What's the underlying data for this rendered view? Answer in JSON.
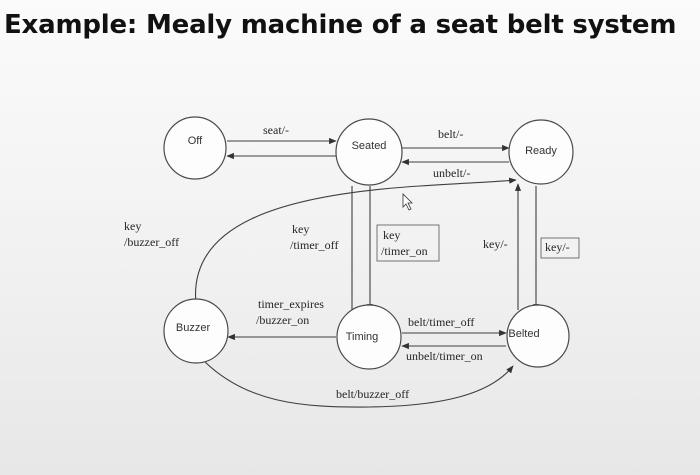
{
  "title": "Example: Mealy machine of a seat belt system",
  "states": {
    "off": "Off",
    "seated": "Seated",
    "ready": "Ready",
    "buzzer": "Buzzer",
    "timing": "Timing",
    "belted": "Belted"
  },
  "transitions": {
    "off_to_seated": "seat/-",
    "seated_to_ready": "belt/-",
    "ready_to_seated": "unbelt/-",
    "buzzer_to_off_line1": "key",
    "buzzer_to_off_line2": "/buzzer_off",
    "seated_to_off_line1": "key",
    "seated_to_off_line2": "/timer_off",
    "seated_to_timing_line1": "key",
    "seated_to_timing_line2": "/timer_on",
    "belted_to_ready": "key/-",
    "ready_to_belted": "key/-",
    "timing_to_buzzer_line1": "timer_expires",
    "timing_to_buzzer_line2": "/buzzer_on",
    "timing_to_belted": "belt/timer_off",
    "belted_to_timing": "unbelt/timer_on",
    "buzzer_to_belted": "belt/buzzer_off"
  }
}
